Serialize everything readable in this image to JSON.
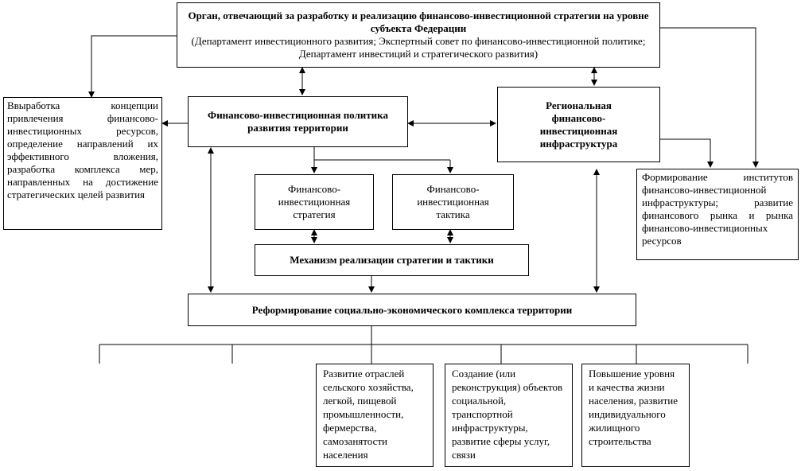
{
  "nodes": {
    "top_body": {
      "title": "Орган, отвечающий за разработку и реализацию финансово-инвестиционной стратегии на уровне субъекта Федерации",
      "subtitle": "(Департамент инвестиционного развития; Экспертный совет по финансово-инвестиционной политике; Департамент инвестиций и стратегического развития)"
    },
    "left_note": "Ввыработка концепции привлечения финансово-инвестиционных ресурсов, определение направлений их эффективного вложения, разработка комплекса мер, направленных на достижение стратегических целей развития",
    "fin_policy": "Финансово-инвестиционная политика развития территории",
    "regional_infra": "Региональная финансово-инвестиционная инфраструктура",
    "right_note": "Формирование институтов финансово-инвестиционной инфраструктуры; развитие финансового рынка и рынка финансово-инвестиционных ресурсов",
    "strategy": "Финансово-инвестиционная стратегия",
    "tactics": "Финансово-инвестиционная тактика",
    "mechanism": "Механизм реализации стратегии и тактики",
    "reform": "Реформирование социально-экономического комплекса территории",
    "branches": [
      "Развитие отраслей сельского хозяйства, легкой, пищевой промышленности, фермерства, самозанятости населения",
      "Создание (или реконструкция) объектов социальной, транспортной инфраструктуры, развитие сферы услуг, связи",
      "Повышение уровня и качества жизни населения, развитие индивидуального жилищного строительства"
    ]
  }
}
